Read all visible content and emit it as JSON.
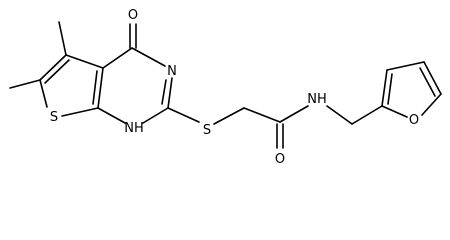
{
  "molecule": {
    "atoms": {
      "oxo_oxygen": "O",
      "ring_nitrogen": "N",
      "ring_nh": "NH",
      "thiophene_sulfur": "S",
      "thioether_sulfur": "S",
      "amide_oxygen": "O",
      "amide_nh": "NH",
      "furan_oxygen": "O"
    }
  }
}
